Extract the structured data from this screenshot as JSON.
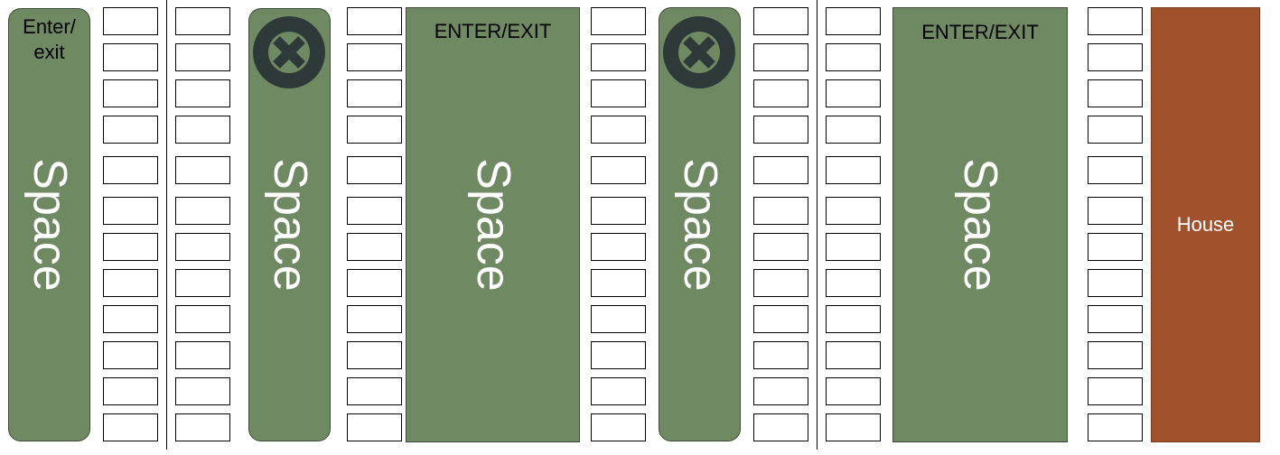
{
  "colors": {
    "space_green": "#6f8963",
    "house_brown": "#a0522d",
    "icon_dark": "#2e3a3a"
  },
  "lanes": [
    {
      "top_label_line1": "Enter/",
      "top_label_line2": "exit",
      "space_label": "Space"
    },
    {
      "icon": "blocked-x-icon",
      "space_label": "Space"
    },
    {
      "top_label": "ENTER/EXIT",
      "space_label": "Space"
    },
    {
      "icon": "blocked-x-icon",
      "space_label": "Space"
    },
    {
      "top_label": "ENTER/EXIT",
      "space_label": "Space"
    }
  ],
  "house": {
    "label": "House"
  },
  "slot_rows_per_column": 12
}
